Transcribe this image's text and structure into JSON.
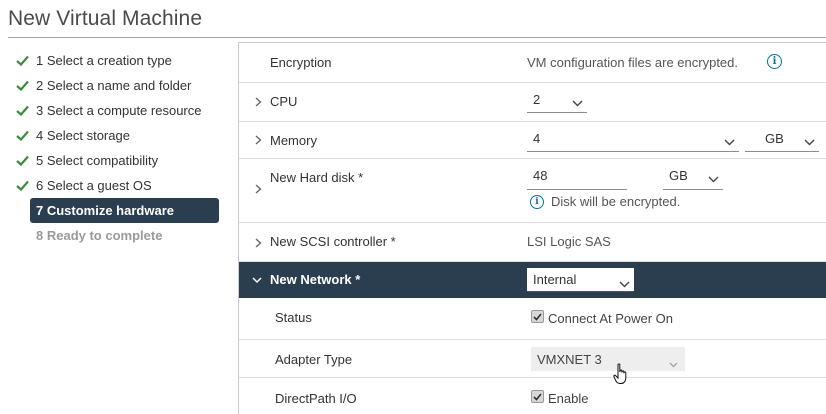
{
  "title": "New Virtual Machine",
  "steps": [
    {
      "label": "1 Select a creation type",
      "state": "done"
    },
    {
      "label": "2 Select a name and folder",
      "state": "done"
    },
    {
      "label": "3 Select a compute resource",
      "state": "done"
    },
    {
      "label": "4 Select storage",
      "state": "done"
    },
    {
      "label": "5 Select compatibility",
      "state": "done"
    },
    {
      "label": "6 Select a guest OS",
      "state": "done"
    },
    {
      "label": "7 Customize hardware",
      "state": "active"
    },
    {
      "label": "8 Ready to complete",
      "state": "disabled"
    }
  ],
  "hardware": {
    "encryption": {
      "label": "Encryption",
      "value": "VM configuration files are encrypted."
    },
    "cpu": {
      "label": "CPU",
      "value": "2"
    },
    "memory": {
      "label": "Memory",
      "value": "4",
      "unit": "GB"
    },
    "hard_disk": {
      "label": "New Hard disk *",
      "value": "48",
      "unit": "GB",
      "note": "Disk will be encrypted."
    },
    "scsi": {
      "label": "New SCSI controller *",
      "value": "LSI Logic SAS"
    },
    "network": {
      "label": "New Network *",
      "value": "Internal",
      "status": {
        "label": "Status",
        "checkbox_label": "Connect At Power On",
        "checked": true
      },
      "adapter_type": {
        "label": "Adapter Type",
        "value": "VMXNET 3"
      },
      "directpath": {
        "label": "DirectPath I/O",
        "checkbox_label": "Enable",
        "checked": true
      }
    }
  },
  "colors": {
    "accent_dark": "#2b3e4f",
    "check_green": "#3c8b3c",
    "info_blue": "#0072a3"
  }
}
